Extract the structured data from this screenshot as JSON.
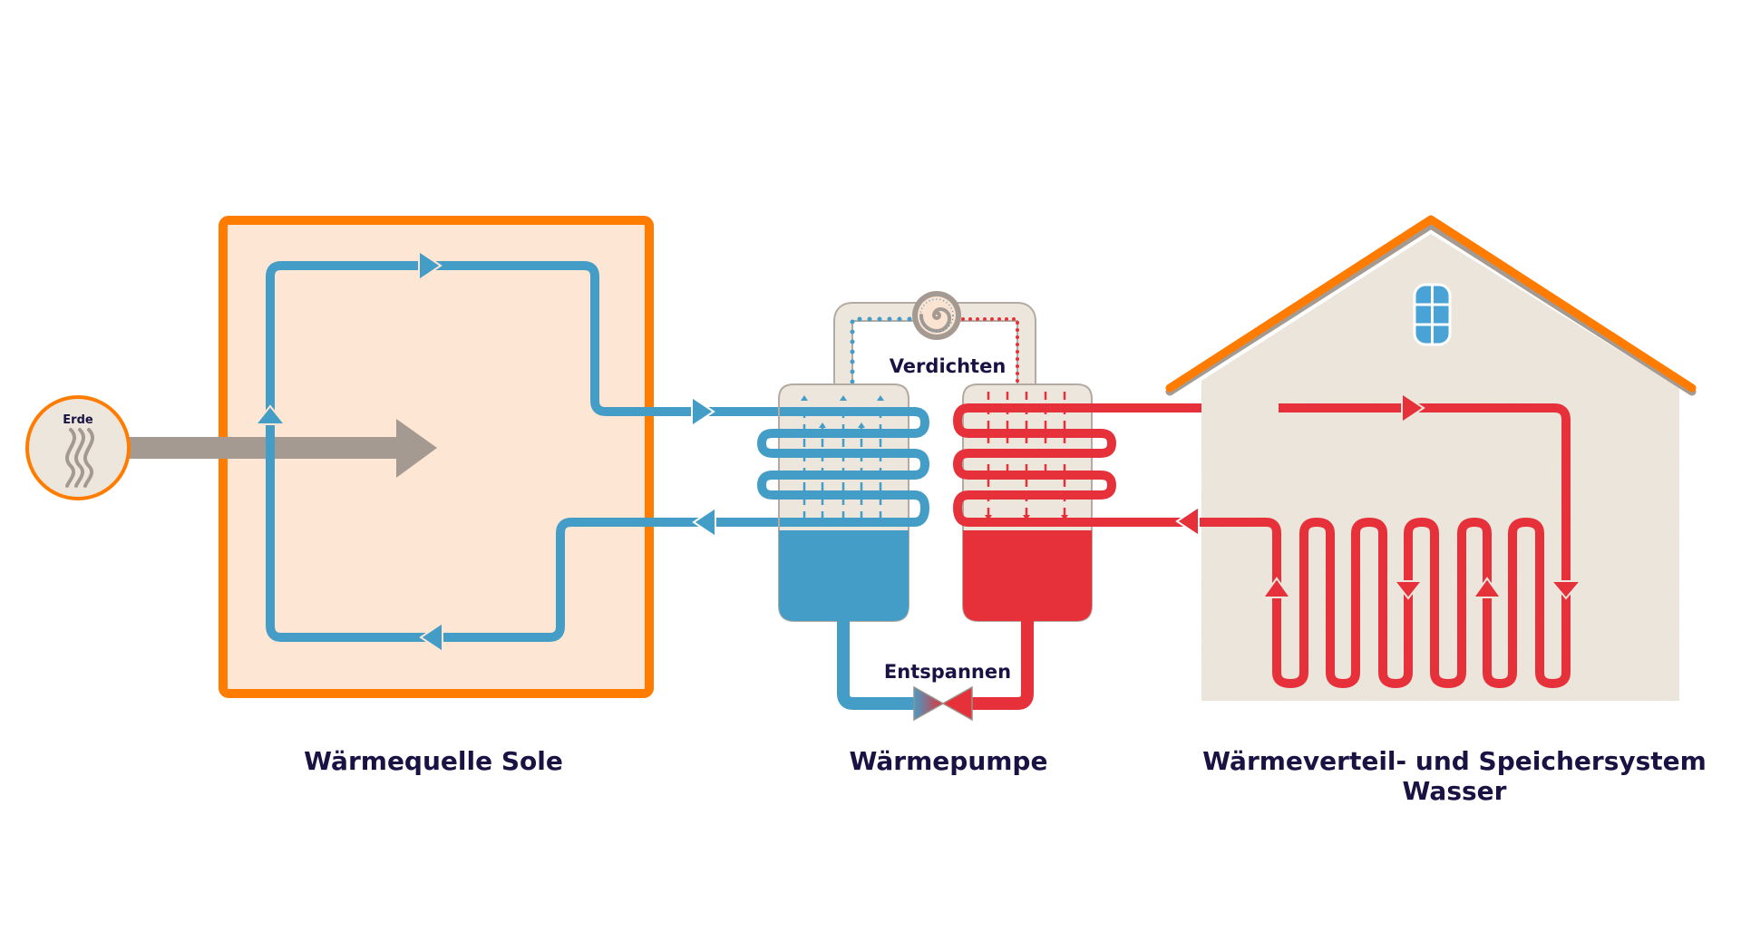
{
  "colors": {
    "blue": "#439dc6",
    "red": "#e6313a",
    "orange": "#ff7c00",
    "sand": "#ede6dc",
    "peach": "#fee6d4",
    "grey": "#a59a91",
    "text": "#1b1244",
    "window": "#4aa3d6"
  },
  "source": {
    "circle_label": "Erde",
    "circle_icon": "heat-waves-icon",
    "title": "Wärmequelle Sole"
  },
  "pump": {
    "compressor_label": "Verdichten",
    "compressor_icon": "spiral-compressor-icon",
    "expansion_label": "Entspannen",
    "expansion_icon": "expansion-valve-icon",
    "title": "Wärmepumpe"
  },
  "house": {
    "title_line1": "Wärmeverteil- und Speichersystem",
    "title_line2": "Wasser",
    "window_icon": "window-icon"
  }
}
